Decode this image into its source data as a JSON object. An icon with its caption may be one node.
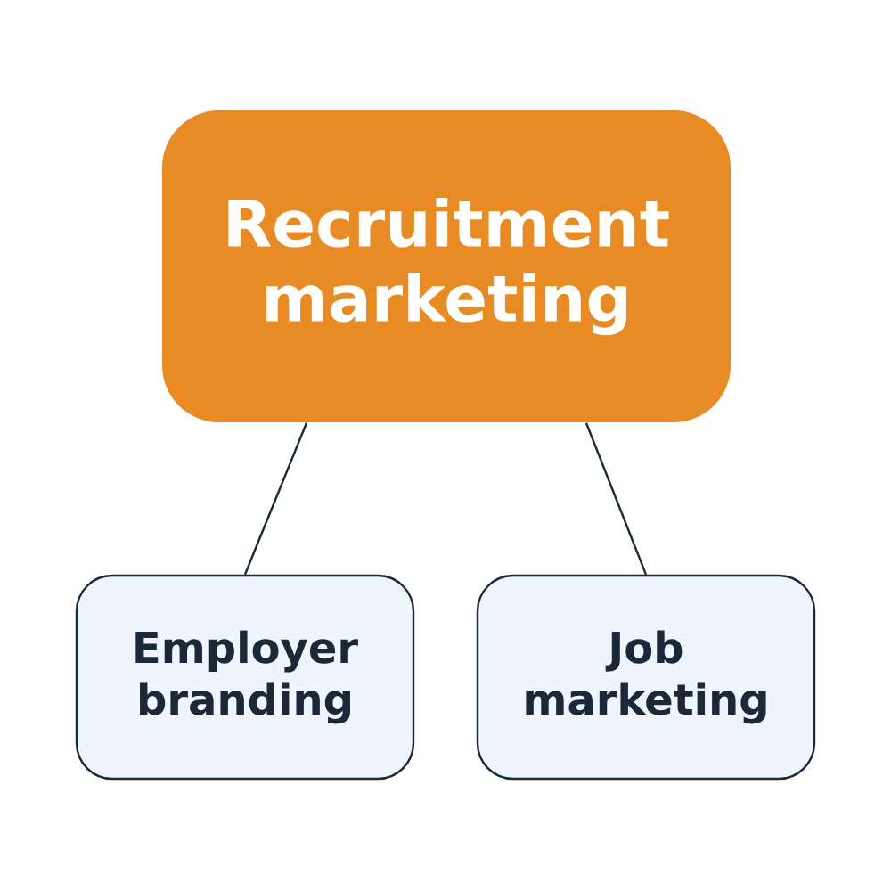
{
  "diagram": {
    "nodes": [
      {
        "text": [
          "Recruitment marketing"
        ]
      },
      {
        "text": [
          "Employer branding"
        ]
      },
      {
        "text": [
          "Job marketing"
        ]
      }
    ],
    "edges": [
      {
        "from": 0,
        "to": 1,
        "arrow": "none"
      },
      {
        "from": 0,
        "to": 2,
        "arrow": "none"
      }
    ]
  }
}
